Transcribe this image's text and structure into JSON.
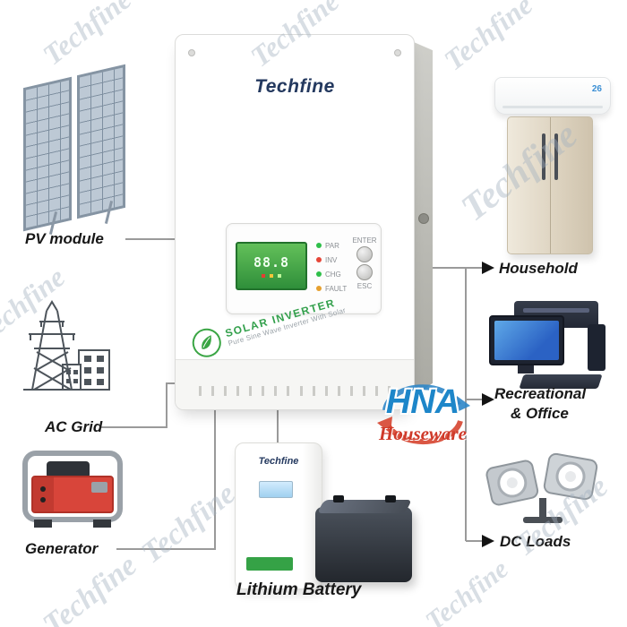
{
  "watermark": {
    "text": "Techfine"
  },
  "inverter": {
    "brand": "Techfine",
    "panel": {
      "lcd_value": "88.8",
      "leds": [
        "PAR",
        "INV",
        "CHG",
        "FAULT"
      ],
      "btn_top": "ENTER",
      "btn_bottom": "ESC"
    },
    "badge": {
      "title": "SOLAR INVERTER",
      "subtitle": "Pure Sine Wave Inverter With Solar"
    }
  },
  "labels": {
    "pv": "PV module",
    "ac_grid": "AC Grid",
    "generator": "Generator",
    "household": "Household",
    "recreational_line1": "Recreational",
    "recreational_line2": "& Office",
    "dc_loads": "DC Loads",
    "lithium": "Lithium Battery"
  },
  "battery": {
    "brand": "Techfine"
  },
  "appliances": {
    "ac_temp": "26"
  },
  "logo": {
    "top": "HNA",
    "bottom": "Houseware"
  }
}
